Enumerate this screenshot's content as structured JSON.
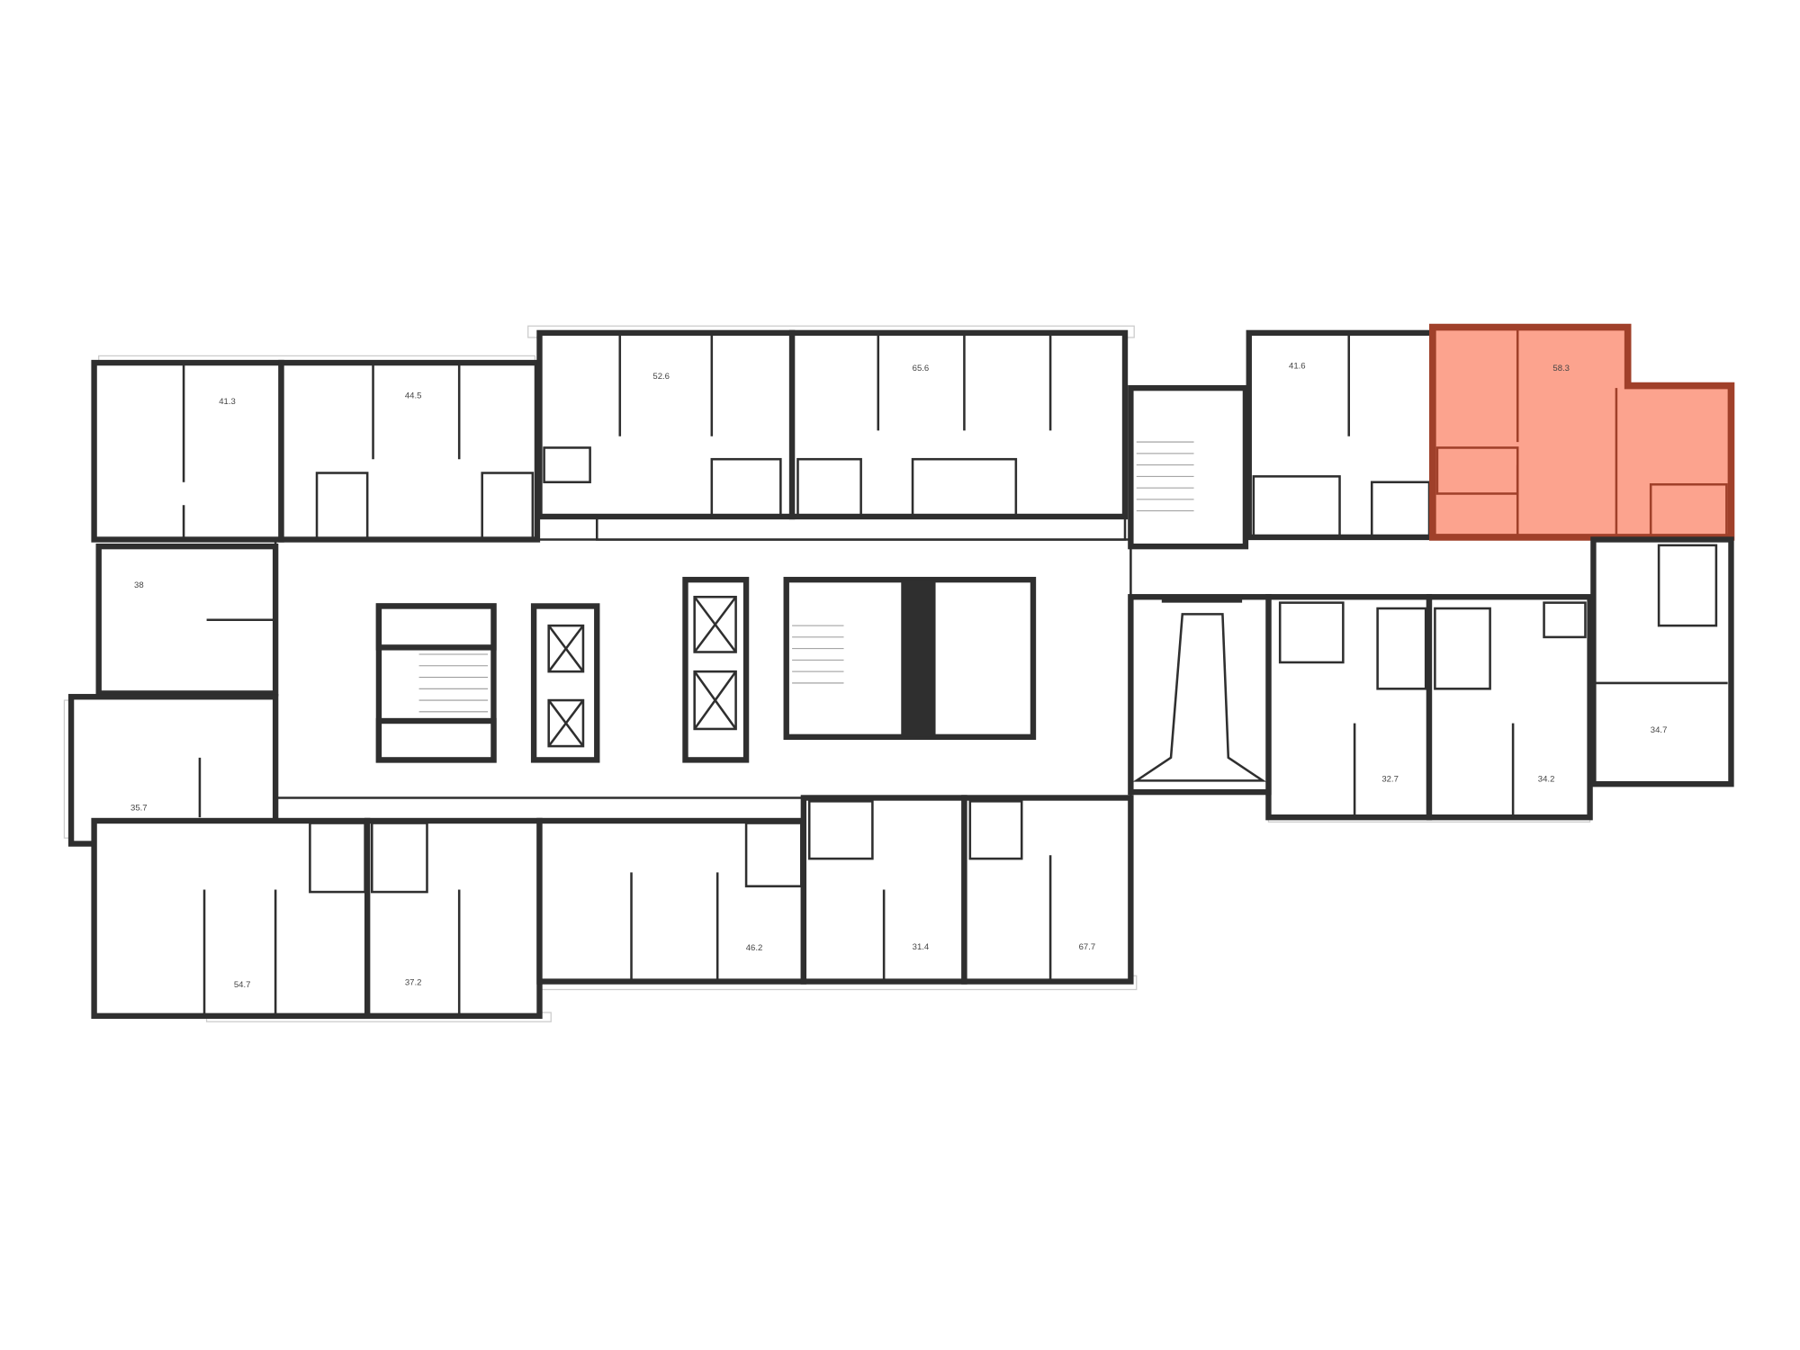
{
  "floorplan": {
    "highlight_color": "#fca38e",
    "wall_color": "#2f2f2f",
    "selected_apartment": {
      "area": "58.3"
    },
    "apartments": [
      {
        "area": "41.3"
      },
      {
        "area": "44.5"
      },
      {
        "area": "52.6"
      },
      {
        "area": "65.6"
      },
      {
        "area": "41.6"
      },
      {
        "area": "38"
      },
      {
        "area": "35.7"
      },
      {
        "area": "54.7"
      },
      {
        "area": "37.2"
      },
      {
        "area": "46.2"
      },
      {
        "area": "31.4"
      },
      {
        "area": "67.7"
      },
      {
        "area": "32.7"
      },
      {
        "area": "34.2"
      },
      {
        "area": "34.7"
      }
    ]
  }
}
